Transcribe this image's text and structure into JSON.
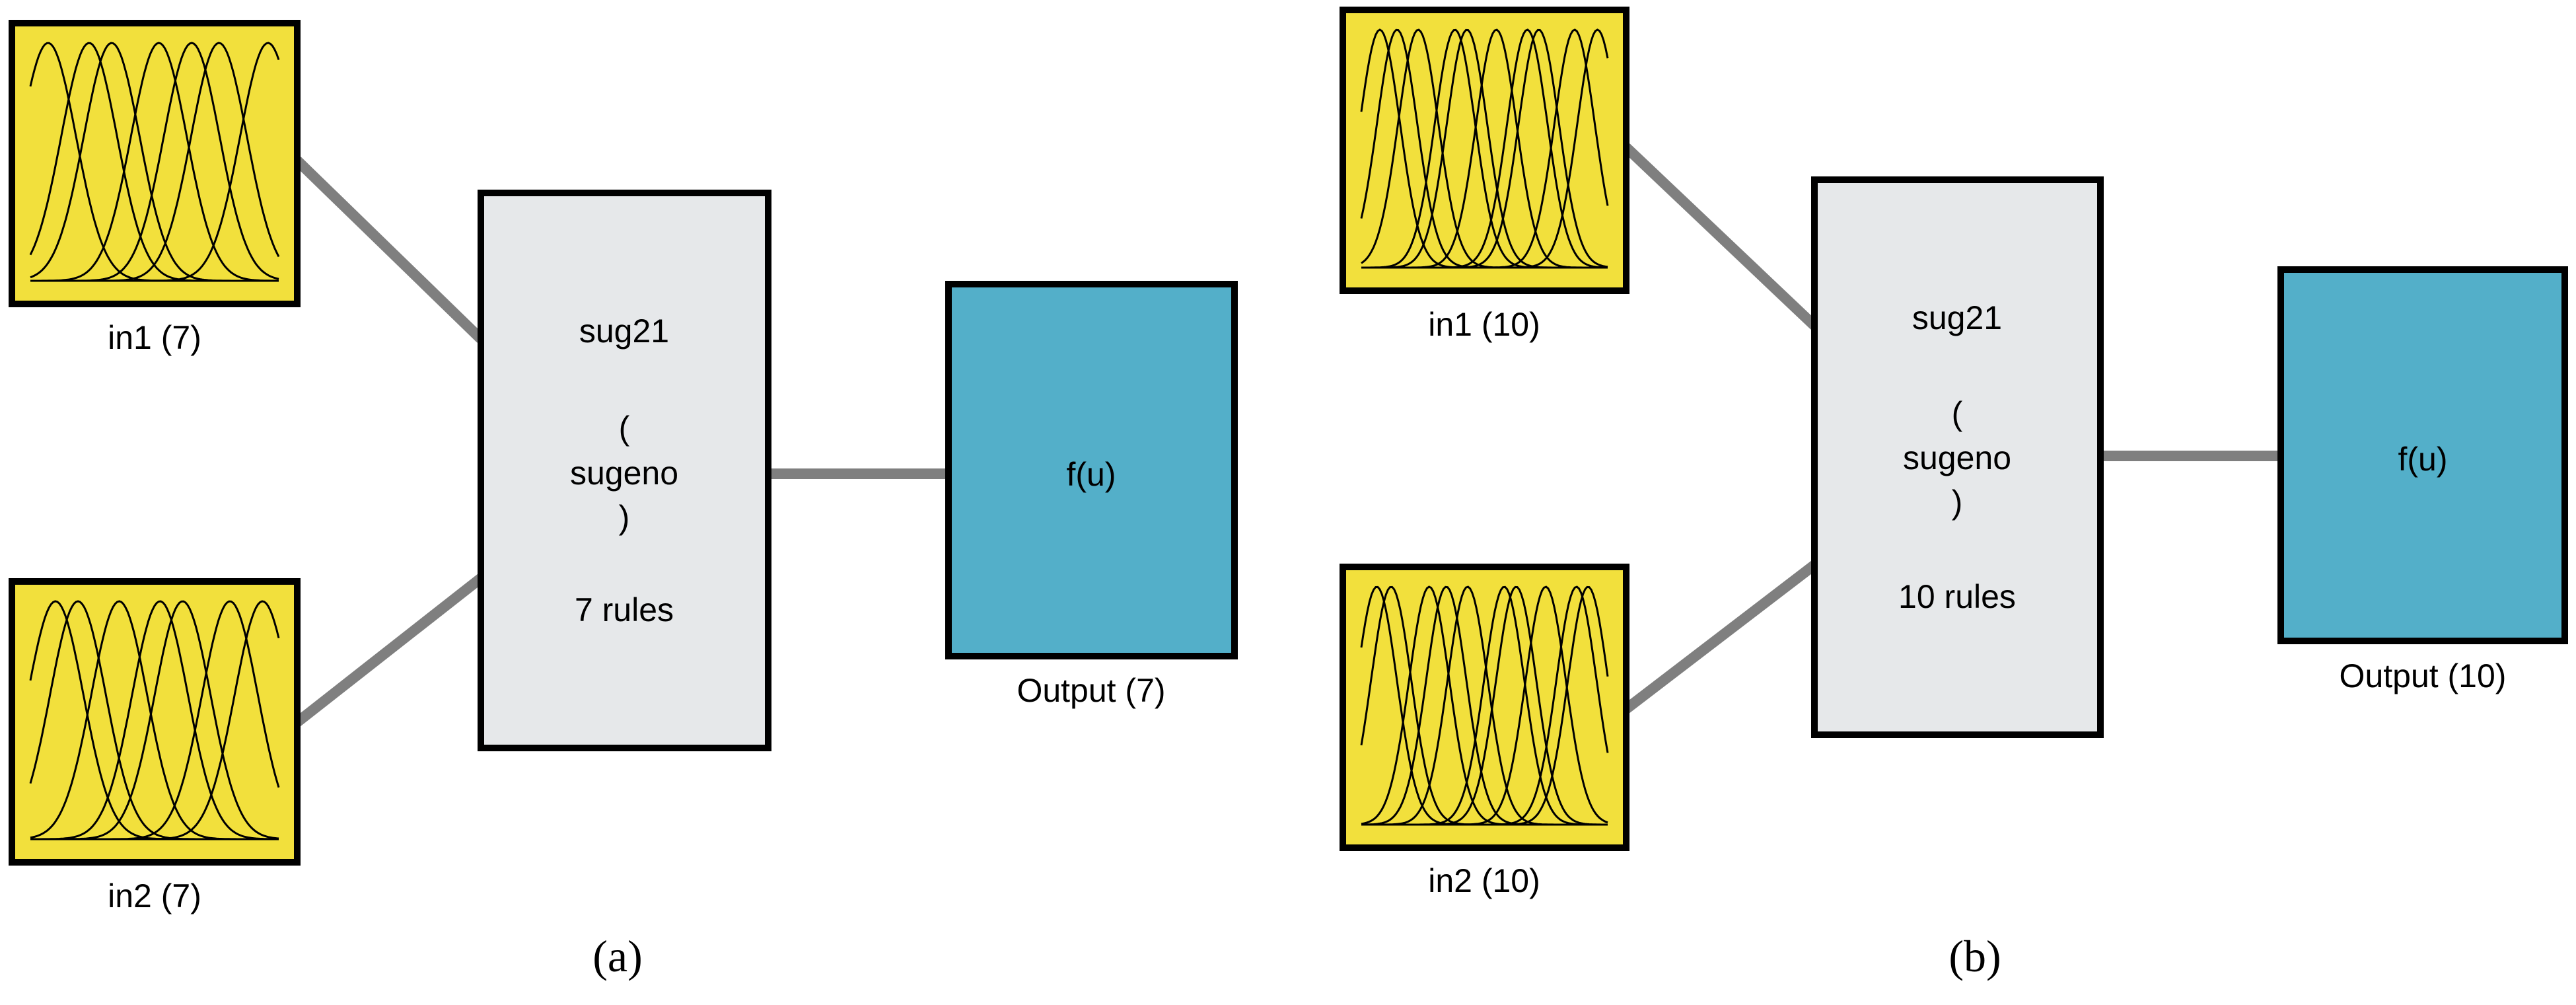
{
  "colors": {
    "input_fill": "#f2e03c",
    "rule_fill": "#e6e8ea",
    "output_fill": "#53afc9",
    "connector": "#7f7f7f",
    "border": "#000000"
  },
  "panels": [
    {
      "caption": "(a)",
      "inputs": [
        {
          "label": "in1 (7)",
          "mf_count": 7
        },
        {
          "label": "in2 (7)",
          "mf_count": 7
        }
      ],
      "rule_block": {
        "name": "sug21",
        "paren_open": "(",
        "type": "sugeno",
        "paren_close": ")",
        "rules": "7 rules"
      },
      "output": {
        "function": "f(u)",
        "label": "Output (7)"
      }
    },
    {
      "caption": "(b)",
      "inputs": [
        {
          "label": "in1 (10)",
          "mf_count": 10
        },
        {
          "label": "in2 (10)",
          "mf_count": 10
        }
      ],
      "rule_block": {
        "name": "sug21",
        "paren_open": "(",
        "type": "sugeno",
        "paren_close": ")",
        "rules": "10 rules"
      },
      "output": {
        "function": "f(u)",
        "label": "Output (10)"
      }
    }
  ]
}
